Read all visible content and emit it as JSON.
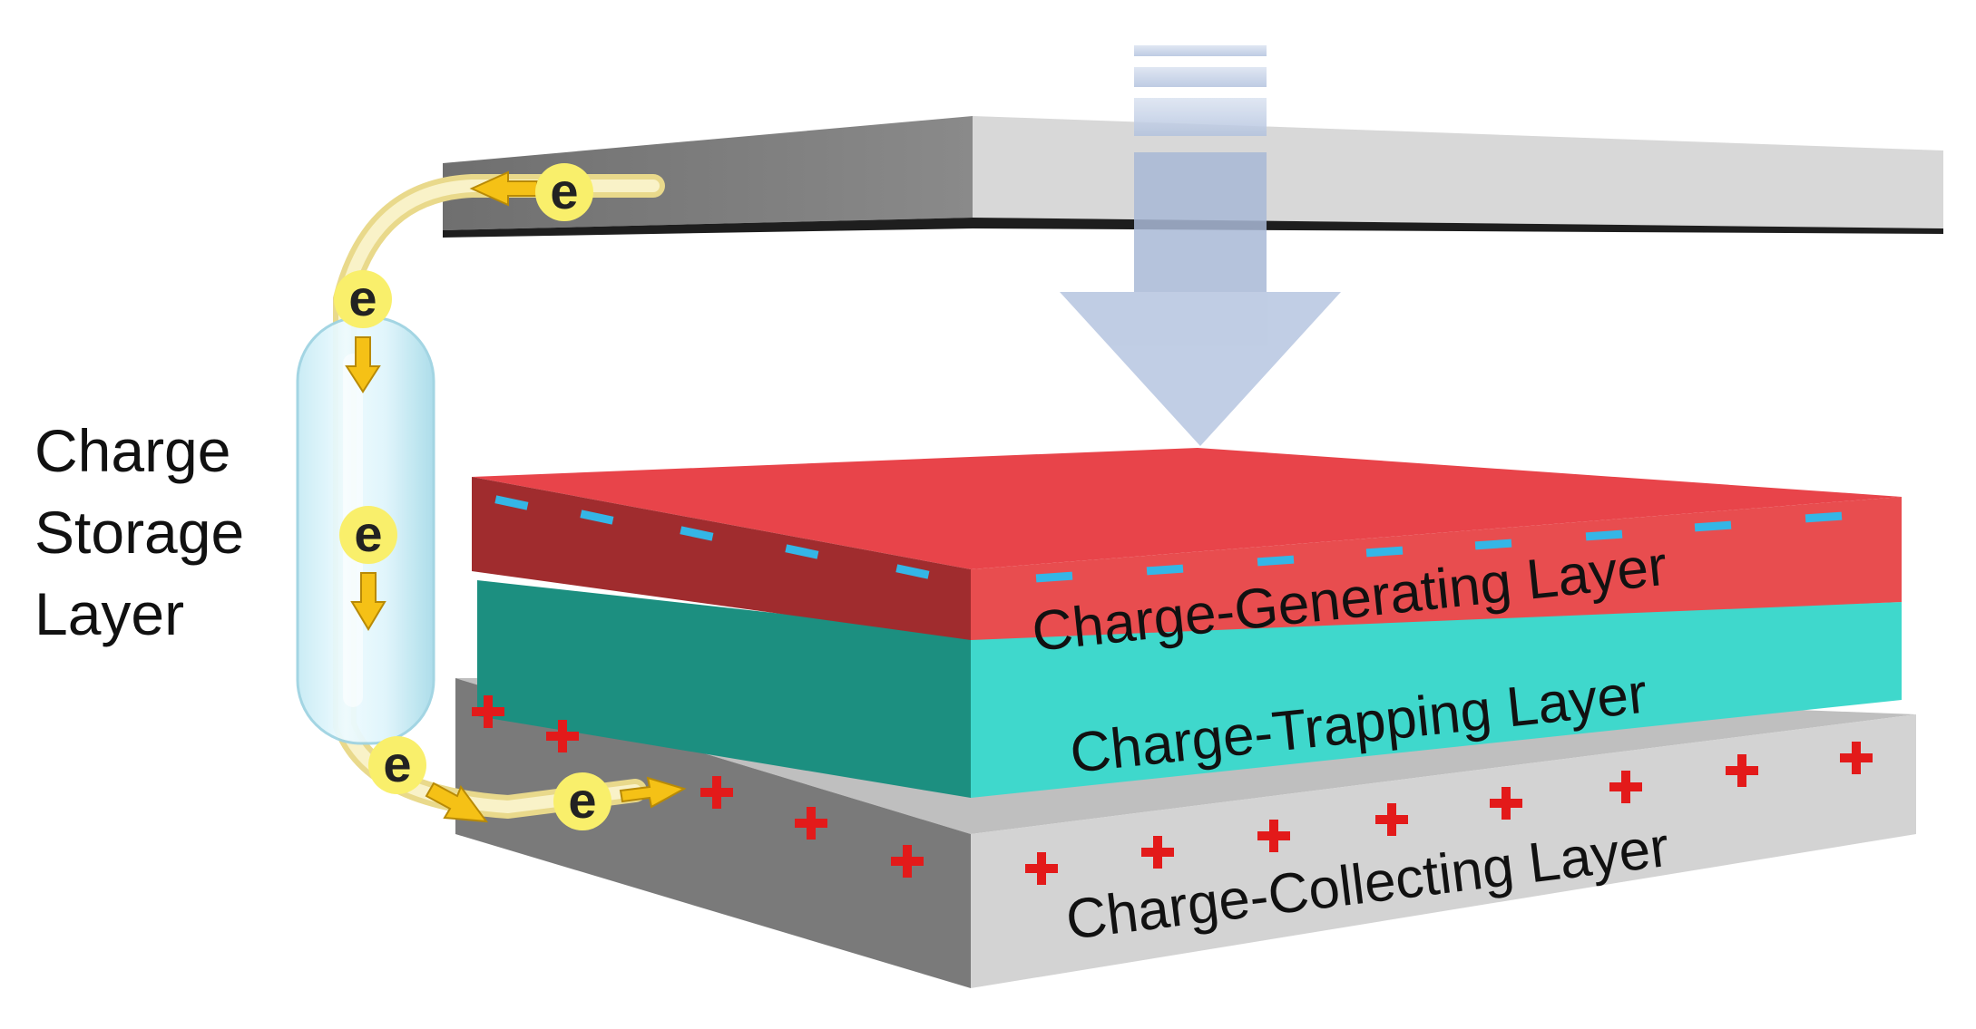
{
  "labels": {
    "storage_line1": "Charge",
    "storage_line2": "Storage",
    "storage_line3": "Layer",
    "generating": "Charge-Generating Layer",
    "trapping": "Charge-Trapping Layer",
    "collecting": "Charge-Collecting Layer",
    "electron": "e"
  },
  "colors": {
    "generating_top": "#e8444a",
    "generating_front": "#e84d4f",
    "generating_side": "#a02c2e",
    "trapping_front": "#3fd8cc",
    "trapping_side": "#1c8f80",
    "collecting_front": "#d3d3d3",
    "collecting_side": "#7a7a7a",
    "top_plate_front": "#d6d6d6",
    "top_plate_dark": "#7e7e7e",
    "press_arrow": "#b9c8e2",
    "wire": "#f3e7a8",
    "electron": "#f9ef6b",
    "negative_charge": "#34b6e6",
    "positive_charge": "#e31a1a"
  },
  "icons": {
    "press_arrow": "down-arrow-icon",
    "flow_arrow": "small-arrow-icon",
    "negative": "minus-sign",
    "positive": "plus-sign"
  }
}
